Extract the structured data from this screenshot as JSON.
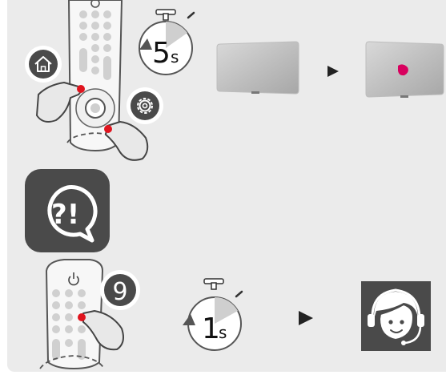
{
  "steps": [
    {
      "timer": {
        "digit": "5",
        "unit": "s"
      },
      "buttons": {
        "left_icon": "home-icon",
        "right_icon": "gear-icon"
      }
    },
    {
      "icon": "question-exclamation-speech-icon"
    },
    {
      "button_number": "9",
      "timer": {
        "digit": "1",
        "unit": "s"
      },
      "result_icon": "support-agent-headset-icon"
    }
  ],
  "colors": {
    "panel": "#ebebeb",
    "dark_icon": "#4a4a4a",
    "press_dot": "#e0141e",
    "logo": "#d8005e",
    "timer_fill": "#cfcfcf"
  }
}
